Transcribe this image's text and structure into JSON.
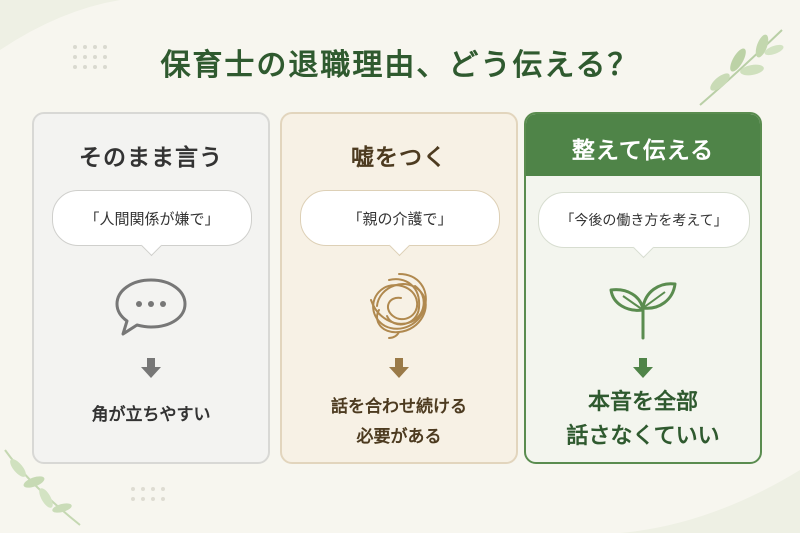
{
  "title": "保育士の退職理由、どう伝える？",
  "colors": {
    "title_green": "#2f5a2f",
    "gray_arrow": "#777777",
    "brown_arrow": "#9a7a48",
    "green_arrow": "#4f8448"
  },
  "cards": [
    {
      "heading": "そのまま言う",
      "quote": "「人間関係が嫌で」",
      "icon": "speech-bubble-icon",
      "result_lines": [
        "角が立ちやすい"
      ]
    },
    {
      "heading": "嘘をつく",
      "quote": "「親の介護で」",
      "icon": "tangled-thread-icon",
      "result_lines": [
        "話を合わせ続ける",
        "必要がある"
      ]
    },
    {
      "heading": "整えて伝える",
      "quote": "「今後の働き方を考えて」",
      "icon": "sprout-icon",
      "result_lines": [
        "本音を全部",
        "話さなくていい"
      ]
    }
  ]
}
